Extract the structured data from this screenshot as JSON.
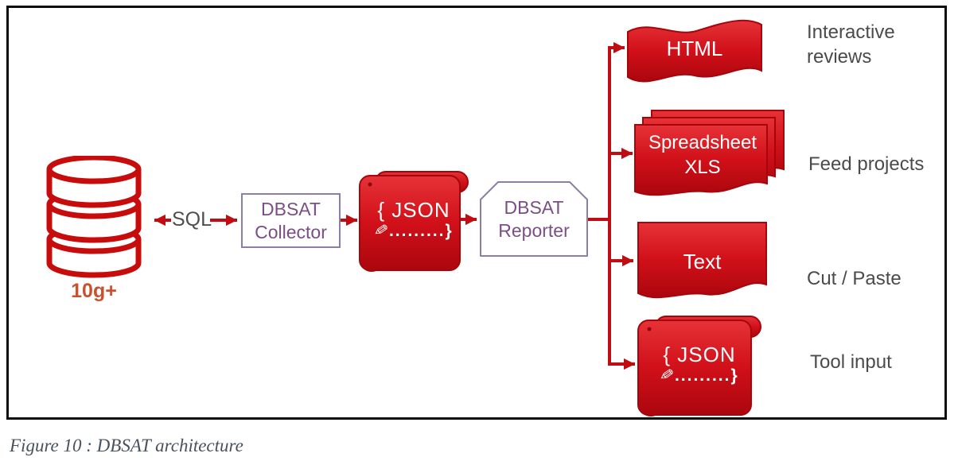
{
  "figure_caption": "Figure 10 : DBSAT architecture",
  "source_db": {
    "version_label": "10g+",
    "query_label": "SQL"
  },
  "collector": {
    "line1": "DBSAT",
    "line2": "Collector"
  },
  "json_artifact": {
    "header": "{ JSON",
    "dots": ".........}"
  },
  "reporter": {
    "line1": "DBSAT",
    "line2": "Reporter"
  },
  "outputs": {
    "html": {
      "label": "HTML",
      "annotation": "Interactive reviews"
    },
    "spreadsheet": {
      "label_line1": "Spreadsheet",
      "label_line2": "XLS",
      "annotation": "Feed projects"
    },
    "text": {
      "label": "Text",
      "annotation": "Cut / Paste"
    },
    "json": {
      "header": "{ JSON",
      "dots": ".........}",
      "annotation": "Tool input"
    }
  },
  "icons": {
    "pencil": "✎"
  },
  "colors": {
    "shape_red": "#d11019",
    "shape_red_light": "#e63238",
    "shape_red_dark": "#ab060e",
    "arrow_red": "#c00d12",
    "cylinder_red": "#c80c0c",
    "accent_purple": "#7b4f85",
    "purple_border": "#8e7fa2",
    "db_orange": "#c9512d",
    "gray_text": "#4b4b4b"
  }
}
